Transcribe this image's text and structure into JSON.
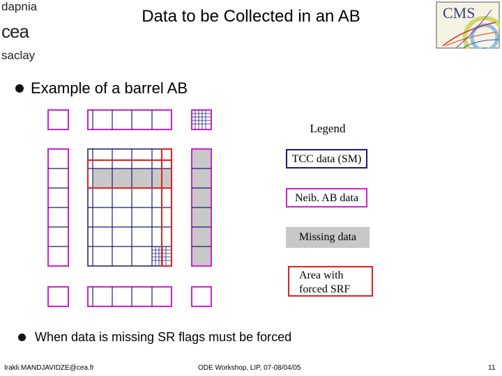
{
  "logos": {
    "dapnia": "dapnia",
    "cea": "cea",
    "saclay": "saclay",
    "cms": "CMS"
  },
  "title": "Data to be Collected in an AB",
  "bullets": {
    "first": "Example of a barrel AB",
    "second": "When data is missing SR flags must be forced"
  },
  "legend": {
    "title": "Legend",
    "items": [
      {
        "label": "TCC data (SM)",
        "border": "#1a1a6e",
        "fill": "#ffffff"
      },
      {
        "label": "Neib. AB data",
        "border": "#d020d0",
        "fill": "#ffffff"
      },
      {
        "label": "Missing data",
        "border": "#c8c8c8",
        "fill": "#c8c8c8"
      },
      {
        "label": "Area with forced SRF",
        "border": "#e02020",
        "fill": "#ffffff"
      }
    ]
  },
  "colors": {
    "tcc": "#1a1a6e",
    "neib": "#d020d0",
    "missing": "#c8c8c8",
    "forced": "#e02020"
  },
  "footer": {
    "author": "Irakli.MANDJAVIDZE@cea.fr",
    "event": "ODE Workshop, LIP, 07-08/04/05",
    "page": "11"
  }
}
